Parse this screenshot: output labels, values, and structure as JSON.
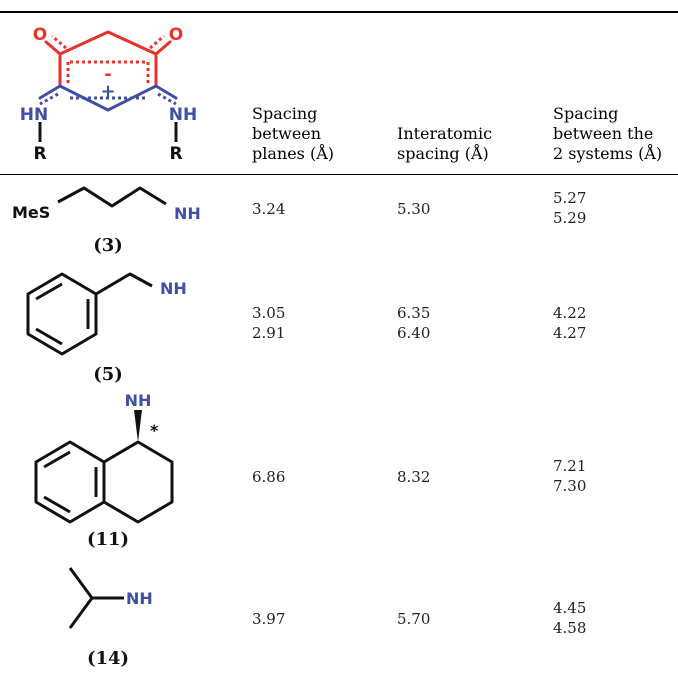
{
  "header": {
    "structure_labels": {
      "oxygen": "O",
      "minus": "-",
      "plus": "+",
      "nh": "HN",
      "nh_right": "NH",
      "r": "R"
    },
    "col_planes": [
      "Spacing",
      "between",
      "planes (Å)"
    ],
    "col_interatomic": [
      "Interatomic",
      "spacing (Å)"
    ],
    "col_systems": [
      "Spacing",
      "between the",
      "2 systems (Å)"
    ]
  },
  "rows": [
    {
      "compound_label": "(3)",
      "structure_text": {
        "left": "MeS",
        "right": "NH"
      },
      "planes": [
        "3.24"
      ],
      "interatomic": [
        "5.30"
      ],
      "systems": [
        "5.27",
        "5.29"
      ]
    },
    {
      "compound_label": "(5)",
      "structure_text": {
        "right": "NH"
      },
      "planes": [
        "3.05",
        "2.91"
      ],
      "interatomic": [
        "6.35",
        "6.40"
      ],
      "systems": [
        "4.22",
        "4.27"
      ]
    },
    {
      "compound_label": "(11)",
      "structure_text": {
        "top": "NH",
        "star": "*"
      },
      "planes": [
        "6.86"
      ],
      "interatomic": [
        "8.32"
      ],
      "systems": [
        "7.21",
        "7.30"
      ]
    },
    {
      "compound_label": "(14)",
      "structure_text": {
        "right": "NH"
      },
      "planes": [
        "3.97"
      ],
      "interatomic": [
        "5.70"
      ],
      "systems": [
        "4.45",
        "4.58"
      ]
    }
  ],
  "colors": {
    "oxygen_red": "#e8322b",
    "nitrogen_blue": "#3f4fa3",
    "bond_black": "#111111"
  }
}
